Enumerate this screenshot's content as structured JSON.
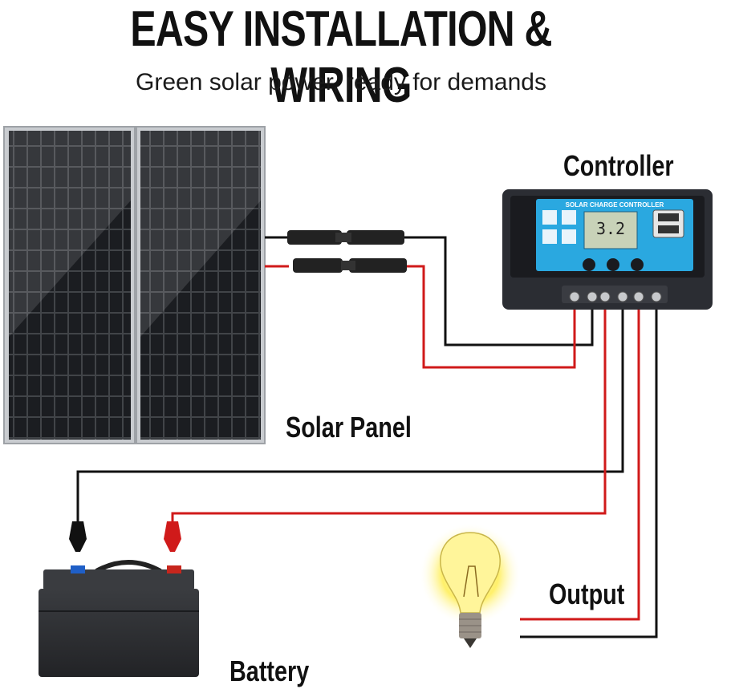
{
  "header": {
    "title": "EASY INSTALLATION & WIRING",
    "subtitle": "Green solar power, ready for demands"
  },
  "labels": {
    "controller": "Controller",
    "solar_panel": "Solar Panel",
    "battery": "Battery",
    "output": "Output"
  },
  "controller_display": {
    "panel_text": "SOLAR CHARGE CONTROLLER",
    "reading": "3.2"
  },
  "colors": {
    "positive_wire": "#d01a1a",
    "negative_wire": "#111111",
    "controller_face": "#2aa8e0",
    "panel": "#1d1f23"
  }
}
